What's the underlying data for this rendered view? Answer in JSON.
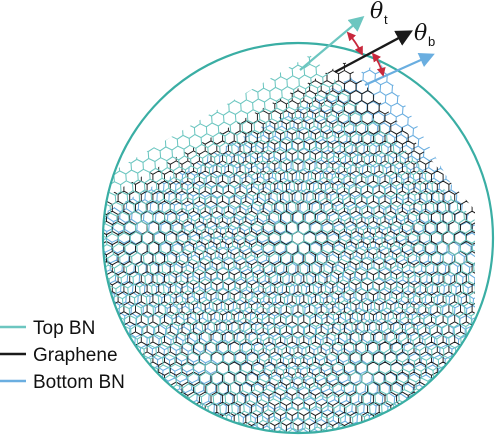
{
  "colors": {
    "top_bn": "#6cc6c0",
    "graphene": "#1a1a1a",
    "bottom_bn": "#6aaee0",
    "circle": "#3aaea4",
    "angle_arc": "#c8283c"
  },
  "angles": {
    "theta_top": {
      "symbol": "θ",
      "subscript": "t"
    },
    "theta_bottom": {
      "symbol": "θ",
      "subscript": "b"
    }
  },
  "legend": [
    {
      "label": "Top BN",
      "color_key": "top_bn"
    },
    {
      "label": "Graphene",
      "color_key": "graphene"
    },
    {
      "label": "Bottom BN",
      "color_key": "bottom_bn"
    }
  ]
}
